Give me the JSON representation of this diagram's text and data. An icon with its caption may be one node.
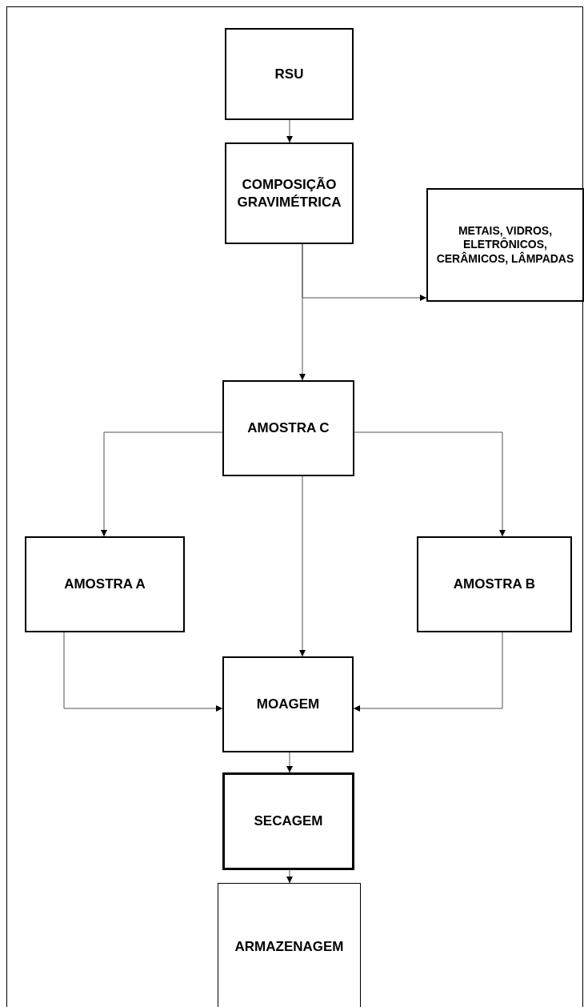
{
  "diagram": {
    "nodes": [
      {
        "text": [
          "RSU"
        ]
      },
      {
        "text": [
          "COMPOSIÇÃO GRAVIMÉTRICA"
        ]
      },
      {
        "text": [
          "METAIS, VIDROS, ELETRÔNICOS, CERÂMICOS, LÂMPADAS"
        ]
      },
      {
        "text": [
          "AMOSTRA C"
        ]
      },
      {
        "text": [
          "AMOSTRA A"
        ]
      },
      {
        "text": [
          "AMOSTRA B"
        ]
      },
      {
        "text": [
          "MOAGEM"
        ]
      },
      {
        "text": [
          "SECAGEM"
        ]
      },
      {
        "text": [
          "ARMAZENAGEM"
        ]
      }
    ],
    "edges": [
      {
        "from": 0,
        "to": 1,
        "arrow": "to"
      },
      {
        "from": 1,
        "to": 3,
        "arrow": "to"
      },
      {
        "from": 1,
        "to": 2,
        "arrow": "to"
      },
      {
        "from": 3,
        "to": 4,
        "arrow": "to"
      },
      {
        "from": 3,
        "to": 5,
        "arrow": "to"
      },
      {
        "from": 3,
        "to": 6,
        "arrow": "to"
      },
      {
        "from": 4,
        "to": 6,
        "arrow": "to"
      },
      {
        "from": 5,
        "to": 6,
        "arrow": "to"
      },
      {
        "from": 6,
        "to": 7,
        "arrow": "to"
      },
      {
        "from": 7,
        "to": 8,
        "arrow": "to"
      }
    ]
  }
}
